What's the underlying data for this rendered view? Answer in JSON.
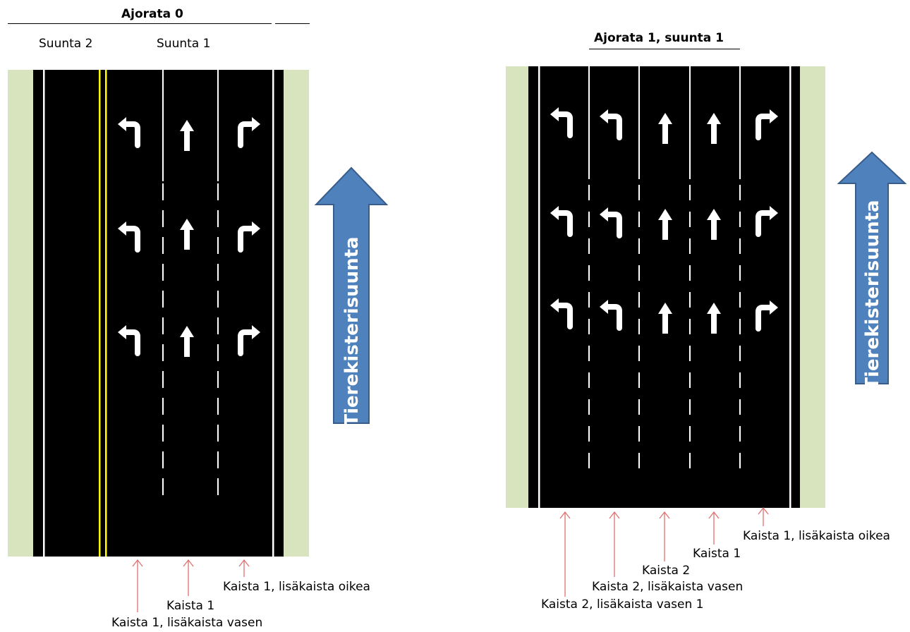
{
  "left": {
    "title": "Ajorata 0",
    "direction_labels": [
      "Suunta 2",
      "Suunta 1"
    ],
    "arrow_label": "Tierekisterisuunta",
    "lane_labels": [
      "Kaista 1, lisäkaista oikea",
      "Kaista 1",
      "Kaista 1, lisäkaista vasen"
    ]
  },
  "right": {
    "title": "Ajorata 1, suunta 1",
    "arrow_label": "Tierekisterisuunta",
    "lane_labels": [
      "Kaista 1, lisäkaista oikea",
      "Kaista 1",
      "Kaista 2",
      "Kaista 2, lisäkaista vasen",
      "Kaista 2, lisäkaista vasen 1"
    ]
  },
  "colors": {
    "road": "#000000",
    "shoulder": "#d7e4bd",
    "center_line": "#ffff00",
    "direction_arrow": "#4f81bd",
    "pointer": "#e07070"
  },
  "icons": [
    "turn-left-arrow",
    "straight-arrow",
    "turn-right-arrow",
    "direction-arrow",
    "pointer-arrow"
  ]
}
